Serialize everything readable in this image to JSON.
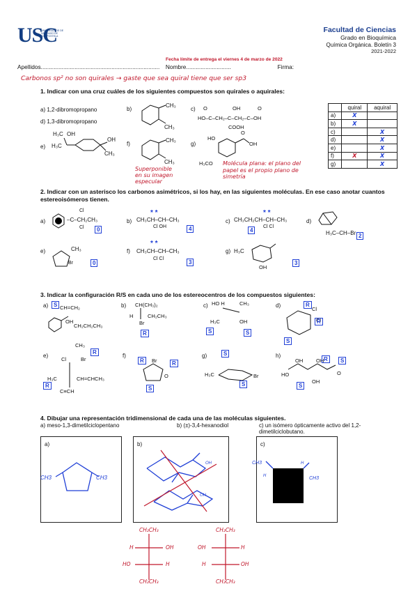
{
  "header": {
    "logo_text": "USC",
    "logo_sub": "UNIVERSIDADE DE SANTIAGO DE COMPOSTELA",
    "faculty": "Facultad de Ciencias",
    "degree": "Grado en Bioquímica",
    "course": "Química Orgánica. Boletín 3",
    "year": "2021-2022",
    "deadline": "Fecha límite de entrega el viernes 4 de marzo de 2022",
    "apellidos_label": "Apellidos",
    "nombre_label": "Nombre",
    "firma_label": "Firma:",
    "apellidos_dots": "..........................................................................",
    "nombre_dots": "............................",
    "note": "Carbonos sp² no son quirales → gaste que sea quiral tiene que ser sp3"
  },
  "q1": {
    "text": "1.   Indicar con una cruz cuáles de los siguientes compuestos son quirales o aquirales:",
    "items": {
      "a": "a) 1,2-dibromopropano",
      "d": "d) 1,3-dibromopropano",
      "e": "e)",
      "b": "b)",
      "c": "c)",
      "f": "f)",
      "g": "g)"
    },
    "table": {
      "headers": [
        "",
        "quiral",
        "aquiral"
      ],
      "rows": [
        {
          "label": "a)",
          "quiral": "X",
          "aquiral": ""
        },
        {
          "label": "b)",
          "quiral": "X",
          "aquiral": ""
        },
        {
          "label": "c)",
          "quiral": "",
          "aquiral": "X"
        },
        {
          "label": "d)",
          "quiral": "",
          "aquiral": "X"
        },
        {
          "label": "e)",
          "quiral": "",
          "aquiral": "X"
        },
        {
          "label": "f)",
          "quiral": "X",
          "aquiral": "X"
        },
        {
          "label": "g)",
          "quiral": "",
          "aquiral": "X"
        }
      ]
    },
    "notes": {
      "f_note": "Superponible en su imagen especular",
      "g_note": "Molécula plana: el plano del papel es el propio plano de simetría"
    }
  },
  "q2": {
    "text": "2.   Indicar con un asterisco los carbonos asimétricos, si los hay, en las siguientes moléculas. En ese caso anotar cuantos estereoisómeros tienen.",
    "answers": {
      "a": "0",
      "b": "4",
      "c": "4",
      "d": "2",
      "e": "0",
      "f": "3",
      "g": "3"
    },
    "formulas": {
      "a": "–C–CH₂CH₃",
      "b": "CH₃CH–CH–CH₃",
      "c": "CH₃CH₂CH–CH–CH₃",
      "f": "CH₃CH–CH–CH₃",
      "d": "H₃C–CH–Br",
      "g": "H₃C",
      "e": "CH₃"
    }
  },
  "q3": {
    "text": "3.   Indicar la configuración R/S en cada uno de los estereocentros de los compuestos siguientes:",
    "answers": {
      "a": "S",
      "b": "R",
      "c1": "S",
      "c2": "S",
      "d1": "R",
      "d2": "R",
      "d3": "S",
      "e1": "R",
      "e2": "R",
      "f1": "R",
      "f2": "R",
      "f3": "S",
      "g1": "S",
      "g2": "S",
      "h1": "R",
      "h2": "S",
      "h3": "S"
    }
  },
  "q4": {
    "text": "4. Dibujar una representación tridimensional de cada una de las moléculas siguientes.",
    "a_label": "a) meso-1,3-dimetilciclopentano",
    "b_label": "b) (±)-3,4-hexanodiol",
    "c_label": "c) un isómero ópticamente activo del 1,2-dimetilciclobutano.",
    "box_a": "a)",
    "box_b": "b)",
    "box_c": "c)",
    "fischer": {
      "left_top": "CH₂CH₃",
      "left_r1_l": "H",
      "left_r1_r": "OH",
      "left_r2_l": "HO",
      "left_r2_r": "H",
      "left_bottom": "CH₂CH₃",
      "right_top": "CH₂CH₃",
      "right_r1_l": "OH",
      "right_r1_r": "H",
      "right_r2_l": "H",
      "right_r2_r": "OH",
      "right_bottom": "CH₂CH₃"
    }
  }
}
